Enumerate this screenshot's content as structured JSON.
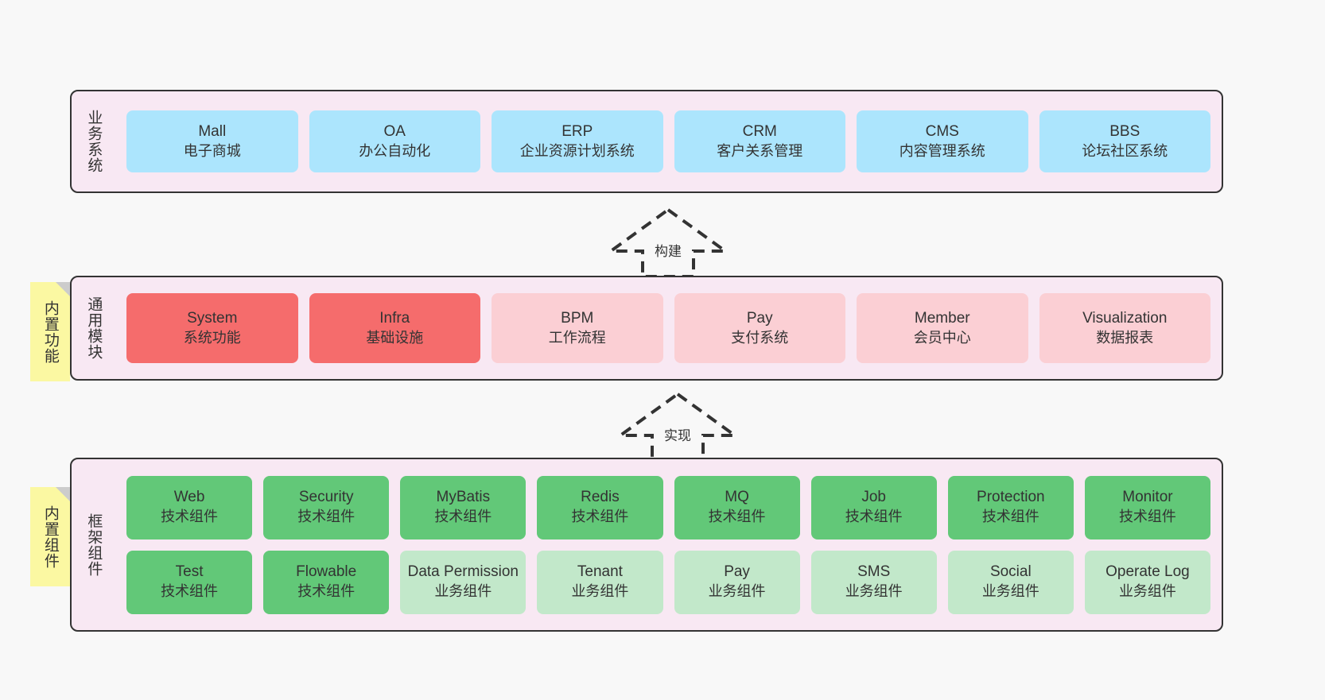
{
  "diagram": {
    "background": "#f8f8f8",
    "layer_fill": "#f8e8f3",
    "layer_border": "#333333",
    "colors": {
      "business_card": "#ace5fd",
      "module_strong": "#f56c6c",
      "module_soft": "#fbcfd4",
      "component_tech": "#62c878",
      "component_business": "#c2e8ca",
      "note": "#fbf8a2",
      "note_fold": "#cccccc"
    }
  },
  "layers": {
    "business": {
      "title": "业务系统",
      "cards": [
        {
          "en": "Mall",
          "cn": "电子商城"
        },
        {
          "en": "OA",
          "cn": "办公自动化"
        },
        {
          "en": "ERP",
          "cn": "企业资源计划系统"
        },
        {
          "en": "CRM",
          "cn": "客户关系管理"
        },
        {
          "en": "CMS",
          "cn": "内容管理系统"
        },
        {
          "en": "BBS",
          "cn": "论坛社区系统"
        }
      ]
    },
    "modules": {
      "title": "通用模块",
      "note": "内置功能",
      "cards": [
        {
          "en": "System",
          "cn": "系统功能",
          "tone": "strong"
        },
        {
          "en": "Infra",
          "cn": "基础设施",
          "tone": "strong"
        },
        {
          "en": "BPM",
          "cn": "工作流程",
          "tone": "soft"
        },
        {
          "en": "Pay",
          "cn": "支付系统",
          "tone": "soft"
        },
        {
          "en": "Member",
          "cn": "会员中心",
          "tone": "soft"
        },
        {
          "en": "Visualization",
          "cn": "数据报表",
          "tone": "soft"
        }
      ]
    },
    "framework": {
      "title": "框架组件",
      "note": "内置组件",
      "row1": [
        {
          "en": "Web",
          "cn": "技术组件",
          "tone": "tech"
        },
        {
          "en": "Security",
          "cn": "技术组件",
          "tone": "tech"
        },
        {
          "en": "MyBatis",
          "cn": "技术组件",
          "tone": "tech"
        },
        {
          "en": "Redis",
          "cn": "技术组件",
          "tone": "tech"
        },
        {
          "en": "MQ",
          "cn": "技术组件",
          "tone": "tech"
        },
        {
          "en": "Job",
          "cn": "技术组件",
          "tone": "tech"
        },
        {
          "en": "Protection",
          "cn": "技术组件",
          "tone": "tech"
        },
        {
          "en": "Monitor",
          "cn": "技术组件",
          "tone": "tech"
        }
      ],
      "row2": [
        {
          "en": "Test",
          "cn": "技术组件",
          "tone": "tech"
        },
        {
          "en": "Flowable",
          "cn": "技术组件",
          "tone": "tech"
        },
        {
          "en": "Data Permission",
          "cn": "业务组件",
          "tone": "biz"
        },
        {
          "en": "Tenant",
          "cn": "业务组件",
          "tone": "biz"
        },
        {
          "en": "Pay",
          "cn": "业务组件",
          "tone": "biz"
        },
        {
          "en": "SMS",
          "cn": "业务组件",
          "tone": "biz"
        },
        {
          "en": "Social",
          "cn": "业务组件",
          "tone": "biz"
        },
        {
          "en": "Operate Log",
          "cn": "业务组件",
          "tone": "biz"
        }
      ]
    }
  },
  "connectors": [
    {
      "label": "构建",
      "name": "build"
    },
    {
      "label": "实现",
      "name": "implement"
    }
  ]
}
